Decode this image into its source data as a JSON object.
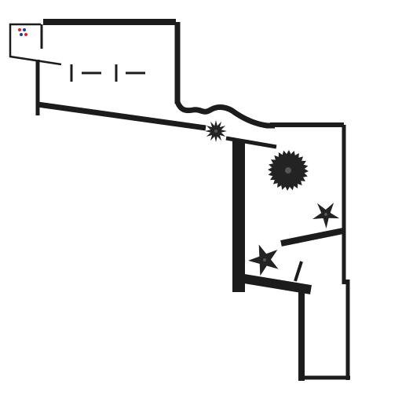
{
  "colors": {
    "background": "#ffffff",
    "wall": "#1c1c1c",
    "hazard": "#232323",
    "ball_red": "#e02020",
    "ball_blue": "#1a3aa8"
  },
  "icons": {
    "spike_gear": "spiked-sawblade-icon",
    "star_spinner": "five-point-spinner-icon",
    "ball": "ball-icon"
  },
  "hazards": [
    {
      "kind": "spiked-saw",
      "teeth": 12
    },
    {
      "kind": "toothed-saw",
      "teeth": 24
    },
    {
      "kind": "star-spinner",
      "points": 5
    },
    {
      "kind": "star-spinner",
      "points": 5
    }
  ],
  "balls": [
    {
      "color": "red"
    },
    {
      "color": "blue"
    },
    {
      "color": "blue"
    },
    {
      "color": "red"
    }
  ]
}
